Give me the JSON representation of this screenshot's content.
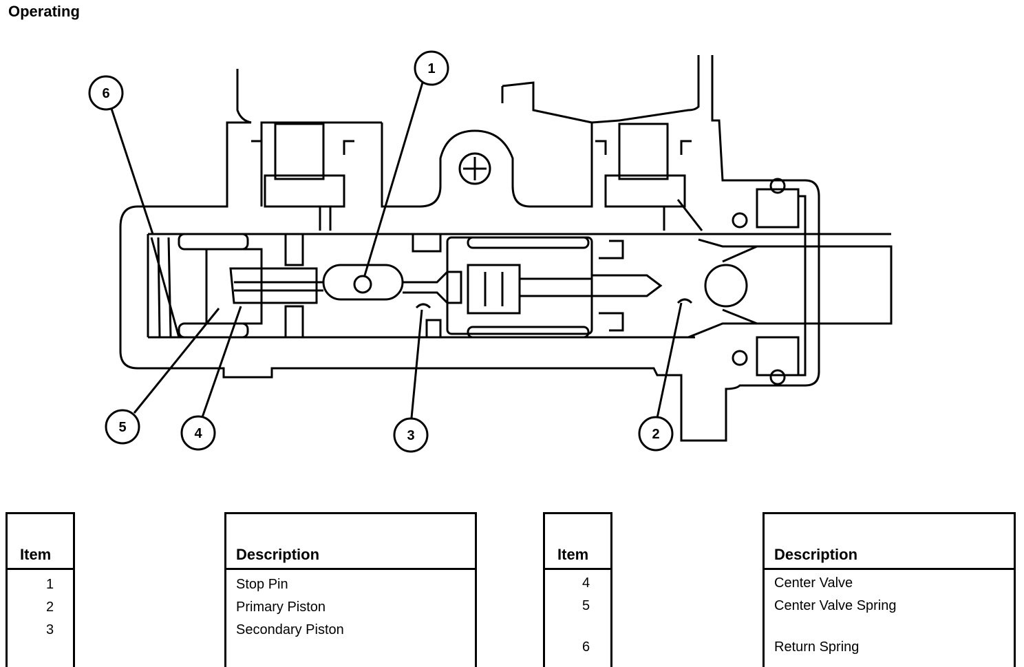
{
  "title": "Operating",
  "callouts": [
    "1",
    "2",
    "3",
    "4",
    "5",
    "6"
  ],
  "tables": [
    {
      "item_header": "Item",
      "description_header": "Description",
      "rows": [
        {
          "item": "1",
          "description": "Stop Pin"
        },
        {
          "item": "2",
          "description": "Primary Piston"
        },
        {
          "item": "3",
          "description": "Secondary Piston"
        }
      ]
    },
    {
      "item_header": "Item",
      "description_header": "Description",
      "rows": [
        {
          "item": "4",
          "description": "Center Valve"
        },
        {
          "item": "5",
          "description": "Center Valve Spring"
        },
        {
          "item": "6",
          "description": "Return Spring"
        }
      ]
    }
  ]
}
